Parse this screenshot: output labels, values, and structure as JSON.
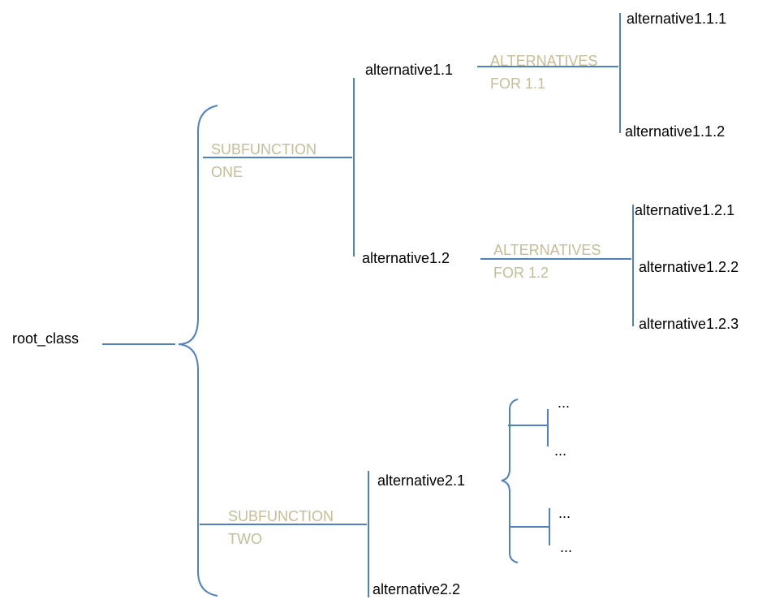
{
  "colors": {
    "line": "#4f81bd",
    "function_label": "#c4bd97",
    "node_label": "#000000"
  },
  "root": {
    "label": "root_class"
  },
  "subfunction_one": {
    "label_line1": "SUBFUNCTION",
    "label_line2": "ONE",
    "alt_1_1": {
      "label": "alternative1.1",
      "sub_label_line1": "ALTERNATIVES",
      "sub_label_line2": "FOR 1.1",
      "children": [
        "alternative1.1.1",
        "alternative1.1.2"
      ]
    },
    "alt_1_2": {
      "label": "alternative1.2",
      "sub_label_line1": "ALTERNATIVES",
      "sub_label_line2": "FOR 1.2",
      "children": [
        "alternative1.2.1",
        "alternative1.2.2",
        "alternative1.2.3"
      ]
    }
  },
  "subfunction_two": {
    "label_line1": "SUBFUNCTION",
    "label_line2": "TWO",
    "alt_2_1": {
      "label": "alternative2.1",
      "ellipses": [
        "...",
        "...",
        "...",
        "..."
      ]
    },
    "alt_2_2": {
      "label": "alternative2.2"
    }
  }
}
